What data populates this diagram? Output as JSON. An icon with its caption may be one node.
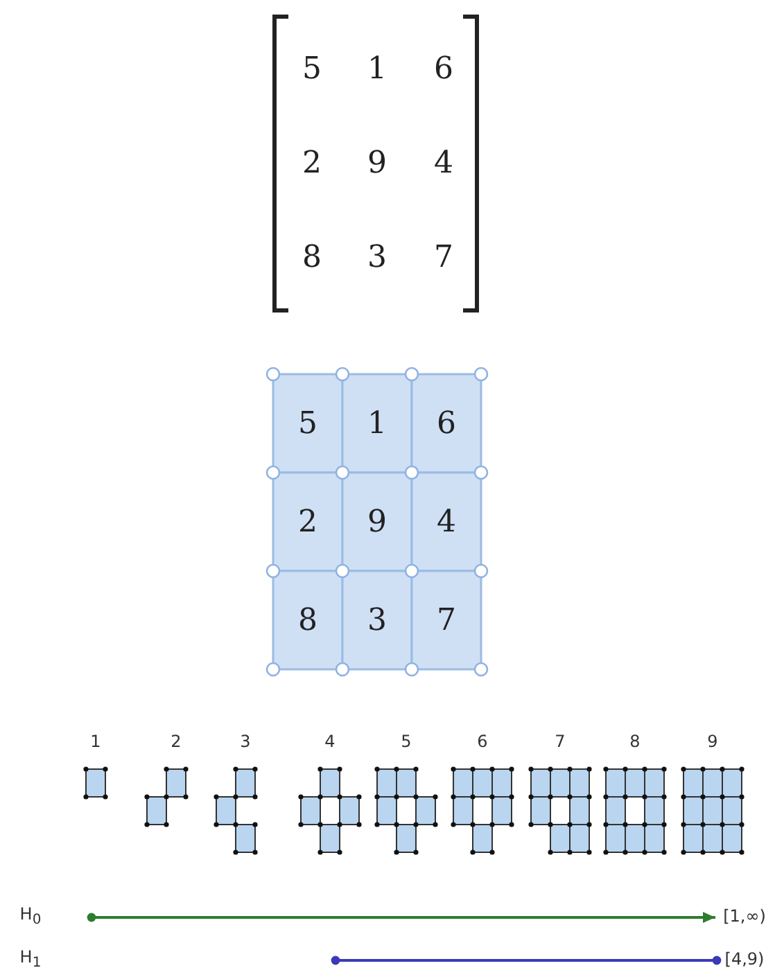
{
  "diagram": {
    "labels": [
      "5",
      "1",
      "6",
      "2",
      "9",
      "4",
      "8",
      "3",
      "7",
      "5",
      "1",
      "6",
      "2",
      "9",
      "4",
      "8",
      "3",
      "7",
      "1",
      "2",
      "3",
      "4",
      "5",
      "6",
      "7",
      "8",
      "9",
      "H$_{0}$",
      "[1,∞)",
      "H$_{1}$",
      "[4,9)"
    ]
  }
}
